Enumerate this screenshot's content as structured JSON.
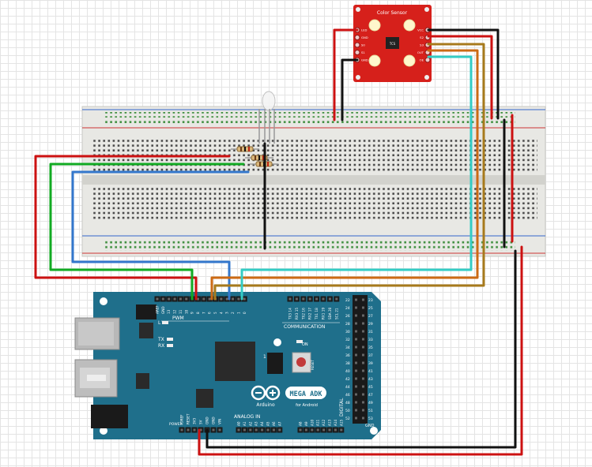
{
  "sensor": {
    "title": "Color Sensor",
    "pins_left": [
      "LED",
      "GND",
      "S0",
      "S1",
      "GND"
    ],
    "pins_right": [
      "VCC",
      "S2",
      "S3",
      "OUT",
      "OE"
    ],
    "chip_text": "TCS"
  },
  "arduino": {
    "model": "MEGA ADK",
    "sub": "for Android",
    "brand": "Arduino",
    "pwm_label": "PWM",
    "comm_label": "COMMUNICATION",
    "analog_label": "ANALOG IN",
    "digital_label": "DIGITAL",
    "power_label": "POWER",
    "tx_label": "TX",
    "rx_label": "RX",
    "l_label": "L",
    "on_label": "ON",
    "reset_label": "RESET",
    "gnd_label": "GND",
    "pwm_pins": [
      "AREF",
      "GND",
      "13",
      "12",
      "11",
      "10",
      "9",
      "8",
      "7",
      "6",
      "5",
      "4",
      "3",
      "2",
      "1",
      "0"
    ],
    "comm_pins": [
      "TX3 14",
      "RX3 15",
      "TX2 16",
      "RX2 17",
      "TX1 18",
      "RX1 19",
      "SDA 20",
      "SCL 21"
    ],
    "digital_pins": [
      "22",
      "23",
      "24",
      "25",
      "26",
      "27",
      "28",
      "29",
      "30",
      "31",
      "32",
      "33",
      "34",
      "35",
      "36",
      "37",
      "38",
      "39",
      "40",
      "41",
      "42",
      "43",
      "44",
      "45",
      "46",
      "47",
      "48",
      "49",
      "50",
      "51",
      "52",
      "53"
    ],
    "power_pins": [
      "IOREF",
      "RESET",
      "3V3",
      "5V",
      "GND",
      "GND",
      "VIN"
    ],
    "analog_pins": [
      "A0",
      "A1",
      "A2",
      "A3",
      "A4",
      "A5",
      "A6",
      "A7"
    ],
    "analog_pins2": [
      "A8",
      "A9",
      "A10",
      "A11",
      "A12",
      "A13",
      "A14",
      "A15"
    ],
    "one_label": "1"
  },
  "colors": {
    "board": "#1f6f8b",
    "sensor_board": "#d6201b",
    "wire_red": "#cc1111",
    "wire_black": "#111111",
    "wire_green": "#11aa22",
    "wire_blue": "#3377cc",
    "wire_orange": "#cc6a14",
    "wire_brown": "#a77a1c",
    "wire_cyan": "#33ccc4",
    "breadboard": "#e8e8e4"
  }
}
